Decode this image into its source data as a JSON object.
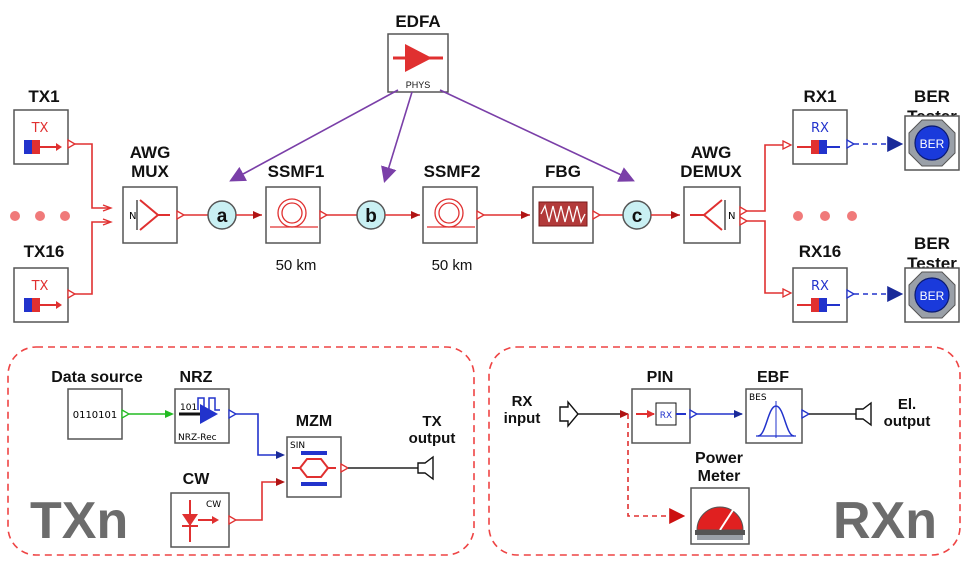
{
  "edfa": {
    "title": "EDFA",
    "sub": "PHYS"
  },
  "tx1": {
    "title": "TX1",
    "icon_text": "TX"
  },
  "tx16": {
    "title": "TX16",
    "icon_text": "TX"
  },
  "awg_mux": {
    "line1": "AWG",
    "line2": "MUX",
    "port": "N"
  },
  "ssmf1": {
    "title": "SSMF1",
    "length": "50 km"
  },
  "ssmf2": {
    "title": "SSMF2",
    "length": "50 km"
  },
  "fbg": {
    "title": "FBG"
  },
  "awg_demux": {
    "line1": "AWG",
    "line2": "DEMUX",
    "port": "N"
  },
  "rx1": {
    "title": "RX1",
    "icon_text": "RX"
  },
  "rx16": {
    "title": "RX16",
    "icon_text": "RX"
  },
  "ber1": {
    "line1": "BER",
    "line2": "Tester",
    "icon_text": "BER"
  },
  "ber16": {
    "line1": "BER",
    "line2": "Tester",
    "icon_text": "BER"
  },
  "nodes": {
    "a": "a",
    "b": "b",
    "c": "c"
  },
  "txn": {
    "panel_label": "TXn",
    "data_source": {
      "title": "Data source",
      "bits": "0110101"
    },
    "nrz": {
      "title": "NRZ",
      "bits": "101",
      "sub": "NRZ-Rec"
    },
    "mzm": {
      "title": "MZM",
      "sub": "SIN"
    },
    "cw": {
      "title": "CW",
      "sub": "CW"
    },
    "tx_output": {
      "line1": "TX",
      "line2": "output"
    }
  },
  "rxn": {
    "panel_label": "RXn",
    "rx_input": {
      "line1": "RX",
      "line2": "input"
    },
    "pin": {
      "title": "PIN",
      "sub": "RX"
    },
    "ebf": {
      "title": "EBF",
      "sub": "BES"
    },
    "power_meter": {
      "line1": "Power",
      "line2": "Meter"
    },
    "el_output": {
      "line1": "El.",
      "line2": "output"
    }
  },
  "colors": {
    "red": "#e03030",
    "blue": "#2233cc",
    "purple": "#7a3fa8",
    "panel": "#ee4444",
    "node": "#c9f0f3"
  }
}
